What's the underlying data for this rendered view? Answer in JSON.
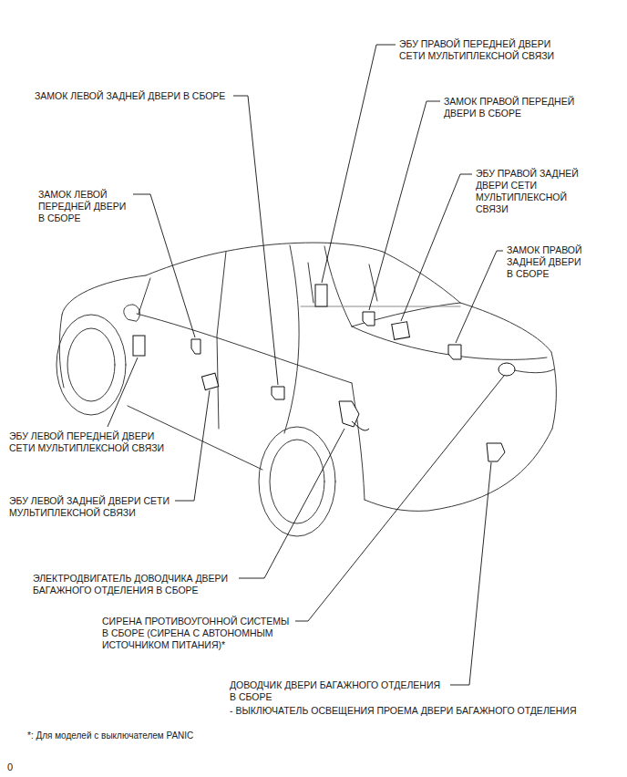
{
  "diagram": {
    "labels": [
      "ЭБУ ПРАВОЙ ПЕРЕДНЕЙ ДВЕРИ СЕТИ МУЛЬТИПЛЕКСНОЙ СВЯЗИ",
      "ЗАМОК ЛЕВОЙ ЗАДНЕЙ ДВЕРИ В СБОРЕ",
      "ЗАМОК ПРАВОЙ ПЕРЕДНЕЙ ДВЕРИ В СБОРЕ",
      "ЭБУ ПРАВОЙ ЗАДНЕЙ ДВЕРИ СЕТИ МУЛЬТИПЛЕКСНОЙ СВЯЗИ",
      "ЗАМОК ЛЕВОЙ ПЕРЕДНЕЙ ДВЕРИ В СБОРЕ",
      "ЗАМОК ПРАВОЙ ЗАДНЕЙ ДВЕРИ В СБОРЕ",
      "ЭБУ ЛЕВОЙ ПЕРЕДНЕЙ ДВЕРИ СЕТИ МУЛЬТИПЛЕКСНОЙ СВЯЗИ",
      "ЭБУ ЛЕВОЙ ЗАДНЕЙ ДВЕРИ СЕТИ МУЛЬТИПЛЕКСНОЙ СВЯЗИ",
      "ЭЛЕКТРОДВИГАТЕЛЬ ДОВОДЧИКА ДВЕРИ БАГАЖНОГО ОТДЕЛЕНИЯ В СБОРЕ",
      "СИРЕНА ПРОТИВОУГОННОЙ СИСТЕМЫ В СБОРЕ (СИРЕНА С АВТОНОМНЫМ ИСТОЧНИКОМ ПИТАНИЯ)*",
      "ДОВОДЧИК ДВЕРИ БАГАЖНОГО ОТДЕЛЕНИЯ В СБОРЕ",
      "- ВЫКЛЮЧАТЕЛЬ ОСВЕЩЕНИЯ ПРОЕМА ДВЕРИ БАГАЖНОГО ОТДЕЛЕНИЯ",
      "*: Для моделей с выключателем PANIC",
      "0"
    ]
  }
}
